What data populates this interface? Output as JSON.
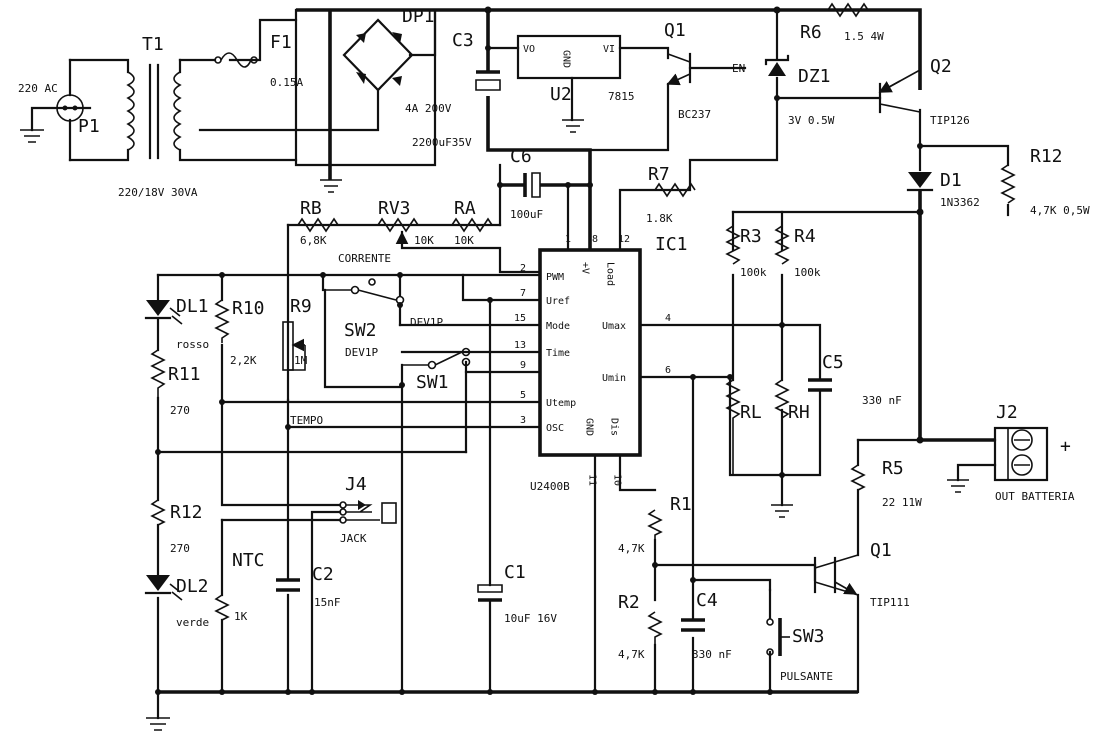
{
  "labels": {
    "ac_in": "220 AC",
    "p1": "P1",
    "t1": "T1",
    "t1_val": "220/18V 30VA",
    "f1": "F1",
    "f1_val": "0.15A",
    "dp1": "DP1",
    "dp1_val": "4A 200V",
    "c3": "C3",
    "c3_val": "2200uF35V",
    "u2": "U2",
    "u2_vo": "VO",
    "u2_vi": "VI",
    "u2_gnd": "GND",
    "u2_val": "7815",
    "q1a": "Q1",
    "q1a_val": "BC237",
    "en": "EN",
    "r6": "R6",
    "r6_val": "1.5 4W",
    "dz1": "DZ1",
    "dz1_val": "3V 0.5W",
    "q2": "Q2",
    "q2_val": "TIP126",
    "r12a": "R12",
    "r12a_val": "4,7K 0,5W",
    "d1": "D1",
    "d1_val": "1N3362",
    "c6": "C6",
    "c6_val": "100uF",
    "r7": "R7",
    "r7_val": "1.8K",
    "rb": "RB",
    "rb_val": "6,8K",
    "rv3": "RV3",
    "rv3_val": "10K",
    "ra": "RA",
    "ra_val": "10K",
    "corrente": "CORRENTE",
    "ic1": "IC1",
    "ic1_v": "+V",
    "ic1_load": "Load",
    "ic1_pins": [
      "PWM",
      "Uref",
      "Mode",
      "Time",
      "Utemp",
      "OSC",
      "Umax",
      "Umin",
      "GND",
      "Dis"
    ],
    "ic1_pinnums": [
      "1",
      "8",
      "12",
      "2",
      "7",
      "15",
      "13",
      "9",
      "5",
      "3",
      "4",
      "6",
      "11",
      "10"
    ],
    "u2400b": "U2400B",
    "r3": "R3",
    "r3_val": "100k",
    "r4": "R4",
    "r4_val": "100k",
    "rl": "RL",
    "rh": "RH",
    "c5": "C5",
    "c5_val": "330 nF",
    "dl1": "DL1",
    "dl1_val": "rosso",
    "r10": "R10",
    "r10_val": "2,2K",
    "r9": "R9",
    "r9_val": "1M",
    "sw2": "SW2",
    "dev1p_a": "DEV1P",
    "dev1p_b": "DEV1P",
    "sw1": "SW1",
    "r11": "R11",
    "r11_val": "270",
    "tempo": "TEMPO",
    "j2": "J2",
    "j2_plus": "+",
    "out_batteria": "OUT BATTERIA",
    "r5": "R5",
    "r5_val": "22 11W",
    "j4": "J4",
    "jack": "JACK",
    "r12b": "R12",
    "r12b_val": "270",
    "dl2": "DL2",
    "dl2_val": "verde",
    "ntc": "NTC",
    "ntc_val": "1K",
    "c2": "C2",
    "c2_val": "15nF",
    "c1": "C1",
    "c1_val": "10uF 16V",
    "r1": "R1",
    "r1_val": "4,7K",
    "r2": "R2",
    "r2_val": "4,7K",
    "c4": "C4",
    "c4_val": "330 nF",
    "sw3": "SW3",
    "pulsante": "PULSANTE",
    "q1b": "Q1",
    "q1b_val": "TIP111"
  }
}
